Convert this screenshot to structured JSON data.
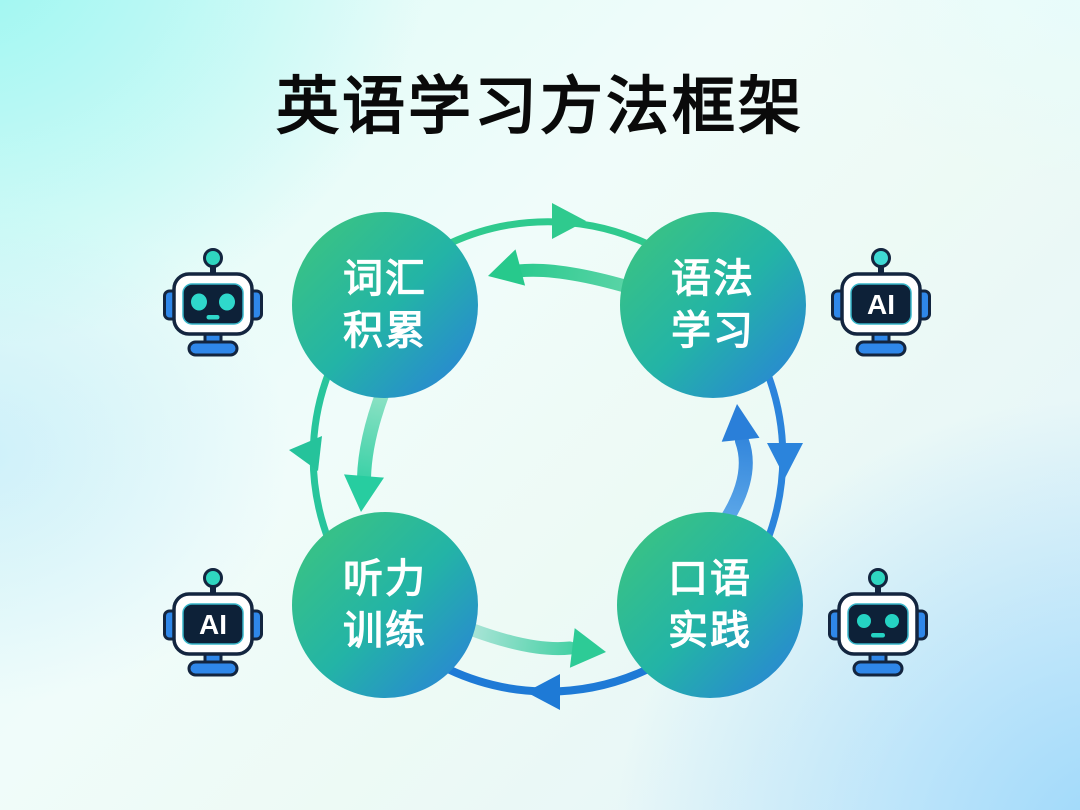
{
  "title": "英语学习方法框架",
  "nodes": [
    {
      "id": "vocabulary",
      "line1": "词汇",
      "line2": "积累"
    },
    {
      "id": "grammar",
      "line1": "语法",
      "line2": "学习"
    },
    {
      "id": "listening",
      "line1": "听力",
      "line2": "训练"
    },
    {
      "id": "speaking",
      "line1": "口语",
      "line2": "实践"
    }
  ],
  "robots": [
    {
      "position": "top-left",
      "variant": "face"
    },
    {
      "position": "top-right",
      "variant": "ai",
      "label": "AI"
    },
    {
      "position": "bottom-left",
      "variant": "ai",
      "label": "AI"
    },
    {
      "position": "bottom-right",
      "variant": "face"
    }
  ],
  "icons": {
    "robot_face": "robot-face-icon",
    "robot_ai": "robot-ai-icon"
  },
  "colors": {
    "title_text": "#0a0a0a",
    "node_text": "#ffffff",
    "node_gradient_start": "#3fc67c",
    "node_gradient_mid": "#23b4a6",
    "node_gradient_end": "#2a7edd",
    "arrow_green": "#2bc998",
    "arrow_blue": "#1f7cd8",
    "background_top_left": "#a2f7f3",
    "background_bottom_right": "#a3defb",
    "robot_body": "#ffffff",
    "robot_accent_blue": "#2f87e9",
    "robot_screen": "#0d2138",
    "robot_eye_teal": "#2fd8cb"
  }
}
